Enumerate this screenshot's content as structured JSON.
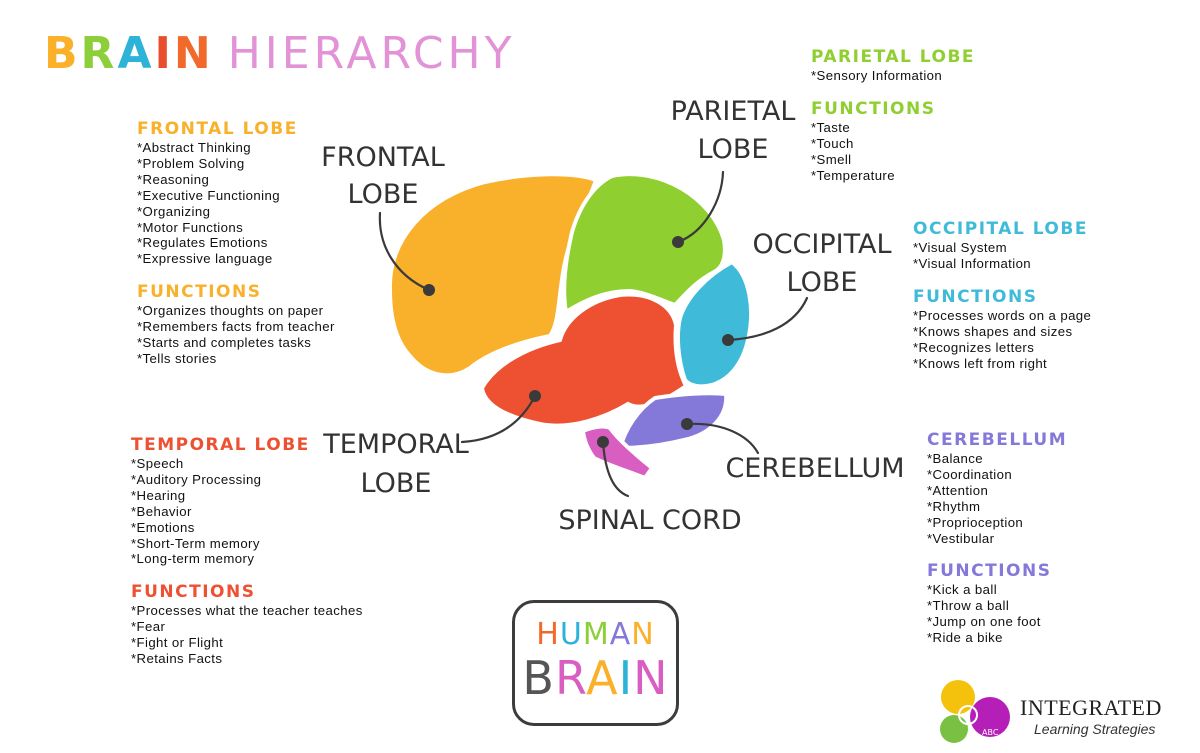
{
  "title": {
    "word1_letters": [
      {
        "ch": "B",
        "color": "#fbb02a"
      },
      {
        "ch": "R",
        "color": "#8ccf3a"
      },
      {
        "ch": "A",
        "color": "#2eb3d8"
      },
      {
        "ch": "I",
        "color": "#e84e2c"
      },
      {
        "ch": "N",
        "color": "#f26a2b"
      }
    ],
    "word2": "HIERARCHY"
  },
  "colors": {
    "frontal": "#f9b12c",
    "parietal": "#8fcf2f",
    "occipital": "#3fbbd9",
    "temporal": "#ee5132",
    "cerebellum": "#8479d9",
    "spinal": "#d85fc1"
  },
  "labels": {
    "frontal": [
      "FRONTAL",
      "LOBE"
    ],
    "parietal": [
      "PARIETAL",
      "LOBE"
    ],
    "occipital": [
      "OCCIPITAL",
      "LOBE"
    ],
    "temporal": [
      "TEMPORAL",
      "LOBE"
    ],
    "cerebellum": "CEREBELLUM",
    "spinal": "SPINAL CORD"
  },
  "frontal": {
    "heading": "FRONTAL LOBE",
    "items": [
      "*Abstract Thinking",
      "*Problem Solving",
      "*Reasoning",
      "*Executive Functioning",
      "*Organizing",
      "*Motor Functions",
      "*Regulates Emotions",
      "*Expressive language"
    ],
    "functions_heading": "FUNCTIONS",
    "functions": [
      "*Organizes thoughts on paper",
      "*Remembers facts from teacher",
      "*Starts and completes tasks",
      "*Tells stories"
    ]
  },
  "temporal": {
    "heading": "TEMPORAL LOBE",
    "items": [
      "*Speech",
      "*Auditory Processing",
      "*Hearing",
      "*Behavior",
      "*Emotions",
      "*Short-Term memory",
      "*Long-term memory"
    ],
    "functions_heading": "FUNCTIONS",
    "functions": [
      "*Processes what the teacher teaches",
      "*Fear",
      "*Fight or Flight",
      "*Retains Facts"
    ]
  },
  "parietal": {
    "heading": "PARIETAL LOBE",
    "items": [
      "*Sensory Information"
    ],
    "functions_heading": "FUNCTIONS",
    "functions": [
      "*Taste",
      "*Touch",
      "*Smell",
      "*Temperature"
    ]
  },
  "occipital": {
    "heading": "OCCIPITAL LOBE",
    "items": [
      "*Visual System",
      "*Visual Information"
    ],
    "functions_heading": "FUNCTIONS",
    "functions": [
      "*Processes words on a page",
      "*Knows shapes and sizes",
      "*Recognizes letters",
      "*Knows left from right"
    ]
  },
  "cerebellum": {
    "heading": "CEREBELLUM",
    "items": [
      "*Balance",
      "*Coordination",
      "*Attention",
      "*Rhythm",
      "*Proprioception",
      "*Vestibular"
    ],
    "functions_heading": "FUNCTIONS",
    "functions": [
      "*Kick a ball",
      "*Throw a ball",
      "*Jump on one foot",
      "*Ride a bike"
    ]
  },
  "human_brain": {
    "line1": [
      {
        "ch": "H",
        "color": "#f26a2b"
      },
      {
        "ch": "U",
        "color": "#2eb3d8"
      },
      {
        "ch": "M",
        "color": "#8ccf3a"
      },
      {
        "ch": "A",
        "color": "#8479d9"
      },
      {
        "ch": "N",
        "color": "#fbb02a"
      }
    ],
    "line2": [
      {
        "ch": "B",
        "color": "#555555"
      },
      {
        "ch": "R",
        "color": "#d85fc1"
      },
      {
        "ch": "A",
        "color": "#fbb02a"
      },
      {
        "ch": "I",
        "color": "#2eb3d8"
      },
      {
        "ch": "N",
        "color": "#d85fc1"
      }
    ]
  },
  "logo": {
    "name": "INTEGRATED",
    "tagline": "Learning Strategies",
    "badge_text": "ABC"
  }
}
